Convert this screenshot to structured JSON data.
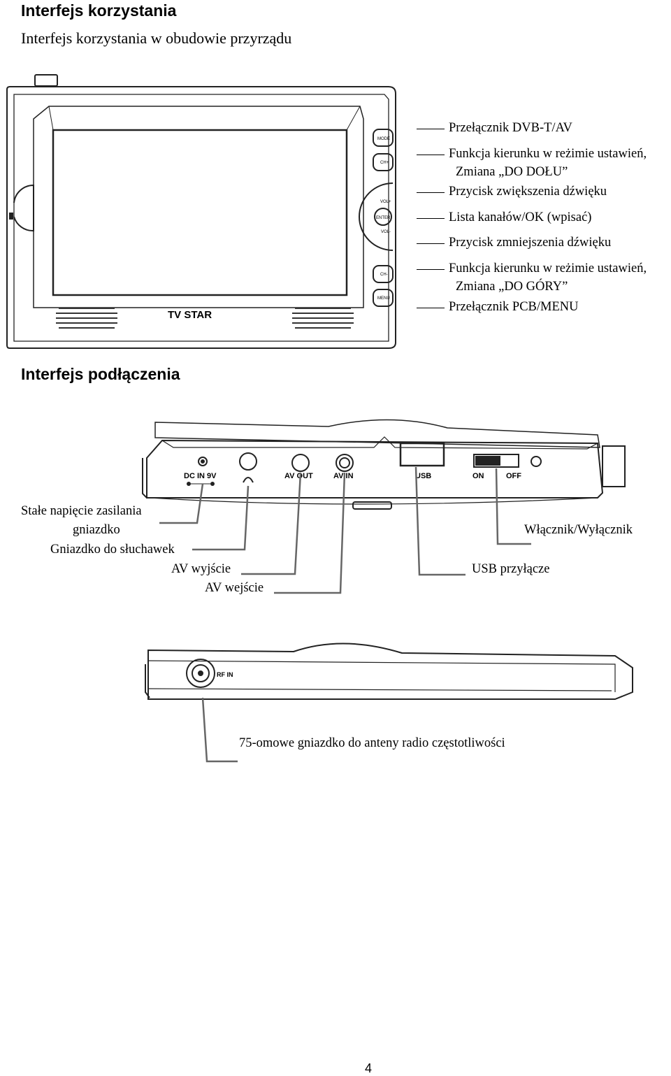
{
  "section1": {
    "heading": "Interfejs korzystania",
    "subheading": "Interfejs korzystania w obudowie przyrządu",
    "device_buttons": [
      "MODE",
      "CH+",
      "VOL+",
      "ENTER",
      "VOL-",
      "CH-",
      "MENU"
    ],
    "logo": "TV STAR",
    "labels": [
      {
        "line1": "Przełącznik DVB-T/AV"
      },
      {
        "line1": "Funkcja kierunku w reżimie ustawień,",
        "line2": "Zmiana „DO DOŁU”"
      },
      {
        "line1": "Przycisk zwiększenia dźwięku"
      },
      {
        "line1": "Lista kanałów/OK (wpisać)"
      },
      {
        "line1": "Przycisk zmniejszenia dźwięku"
      },
      {
        "line1": "Funkcja kierunku w reżimie ustawień,",
        "line2": "Zmiana „DO GÓRY”"
      },
      {
        "line1": "Przełącznik PCB/MENU"
      }
    ]
  },
  "section2": {
    "heading": "Interfejs podłączenia",
    "port_labels": [
      "DC IN 9V",
      "AV OUT",
      "AV IN",
      "USB",
      "ON",
      "OFF"
    ],
    "labels": {
      "dc_line1": "Stałe napięcie zasilania",
      "dc_line2": "gniazdko",
      "headphones": "Gniazdko do słuchawek",
      "av_out": "AV wyjście",
      "av_in": "AV wejście",
      "power": "Włącznik/Wyłącznik",
      "usb": "USB przyłącze"
    }
  },
  "section3": {
    "port_label": "RF IN",
    "antenna": "75-omowe gniazdko do anteny radio częstotliwości"
  },
  "page_number": "4"
}
